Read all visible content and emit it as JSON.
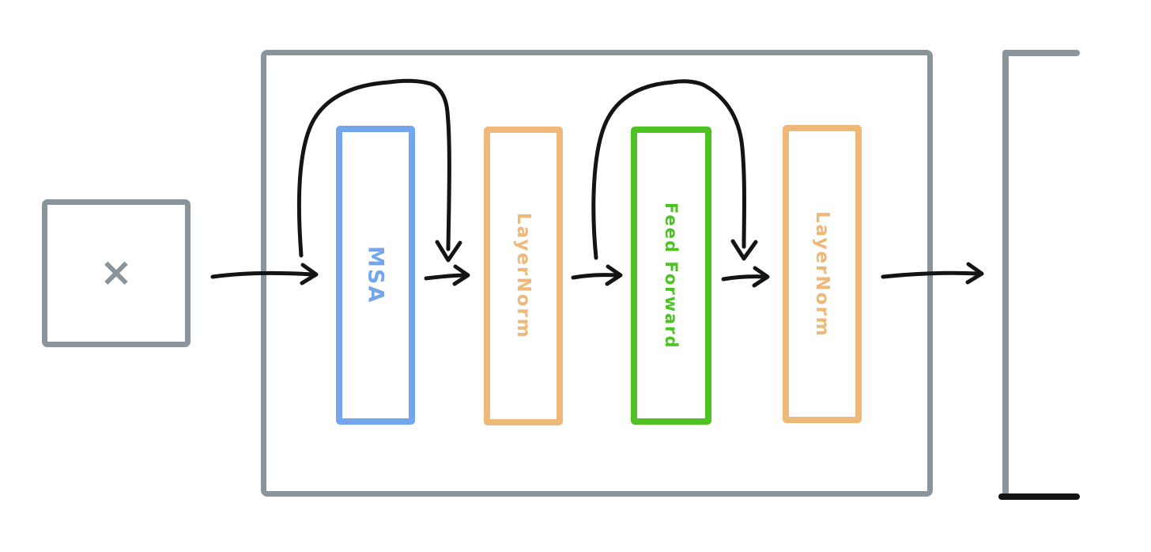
{
  "diagram": {
    "input_box": {
      "symbol": "×"
    },
    "blocks": [
      {
        "id": "msa",
        "label": "MSA",
        "color": "#73A6EC"
      },
      {
        "id": "layer-norm-1",
        "label": "LayerNorm",
        "color": "#EDB878"
      },
      {
        "id": "feed-forward",
        "label": "Feed Forward",
        "color": "#4FC223"
      },
      {
        "id": "layer-norm-2",
        "label": "LayerNorm",
        "color": "#EDB878"
      }
    ],
    "colors": {
      "outline_gray": "#8A949B",
      "ink_black": "#141414",
      "msa_blue": "#73A6EC",
      "layer_norm_orange": "#EDB878",
      "feed_forward_green": "#4FC223",
      "background": "#FFFFFF"
    },
    "connections": {
      "arrows": [
        "input-to-encoder",
        "msa-to-layer-norm-1",
        "layer-norm-1-to-feed-forward",
        "feed-forward-to-layer-norm-2",
        "encoder-to-output"
      ],
      "residual_skips": [
        "skip-over-msa",
        "skip-over-feed-forward"
      ]
    }
  }
}
